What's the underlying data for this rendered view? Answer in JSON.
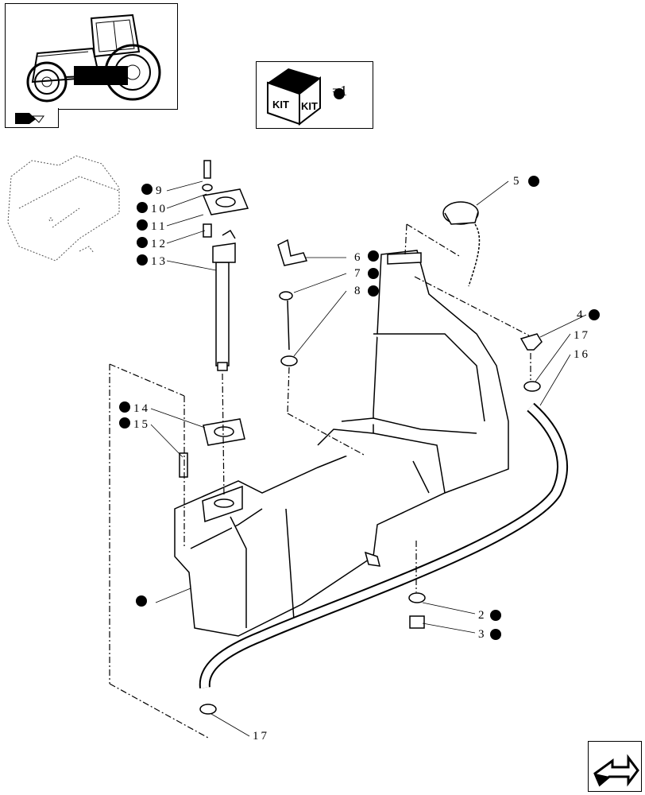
{
  "kit_legend": {
    "dot_label": "KIT",
    "equals_text": "=1"
  },
  "callouts": [
    {
      "id": "c9",
      "num": "9",
      "dot": true
    },
    {
      "id": "c10",
      "num": "10",
      "dot": true
    },
    {
      "id": "c11",
      "num": "11",
      "dot": true
    },
    {
      "id": "c12",
      "num": "12",
      "dot": true
    },
    {
      "id": "c13",
      "num": "13",
      "dot": true
    },
    {
      "id": "c5",
      "num": "5",
      "dot": true
    },
    {
      "id": "c6",
      "num": "6",
      "dot": true
    },
    {
      "id": "c7",
      "num": "7",
      "dot": true
    },
    {
      "id": "c8",
      "num": "8",
      "dot": true
    },
    {
      "id": "c4",
      "num": "4",
      "dot": true
    },
    {
      "id": "c17a",
      "num": "17",
      "dot": false
    },
    {
      "id": "c16",
      "num": "16",
      "dot": false
    },
    {
      "id": "c14",
      "num": "14",
      "dot": true
    },
    {
      "id": "c15",
      "num": "15",
      "dot": true
    },
    {
      "id": "c2",
      "num": "2",
      "dot": true
    },
    {
      "id": "c3",
      "num": "3",
      "dot": true
    },
    {
      "id": "c17b",
      "num": "17",
      "dot": false
    },
    {
      "id": "c1",
      "num": "",
      "dot": true
    }
  ],
  "icons": [
    "tractor-icon",
    "kit-box-icon",
    "nav-arrow-icon",
    "fuel-tank-icon"
  ]
}
